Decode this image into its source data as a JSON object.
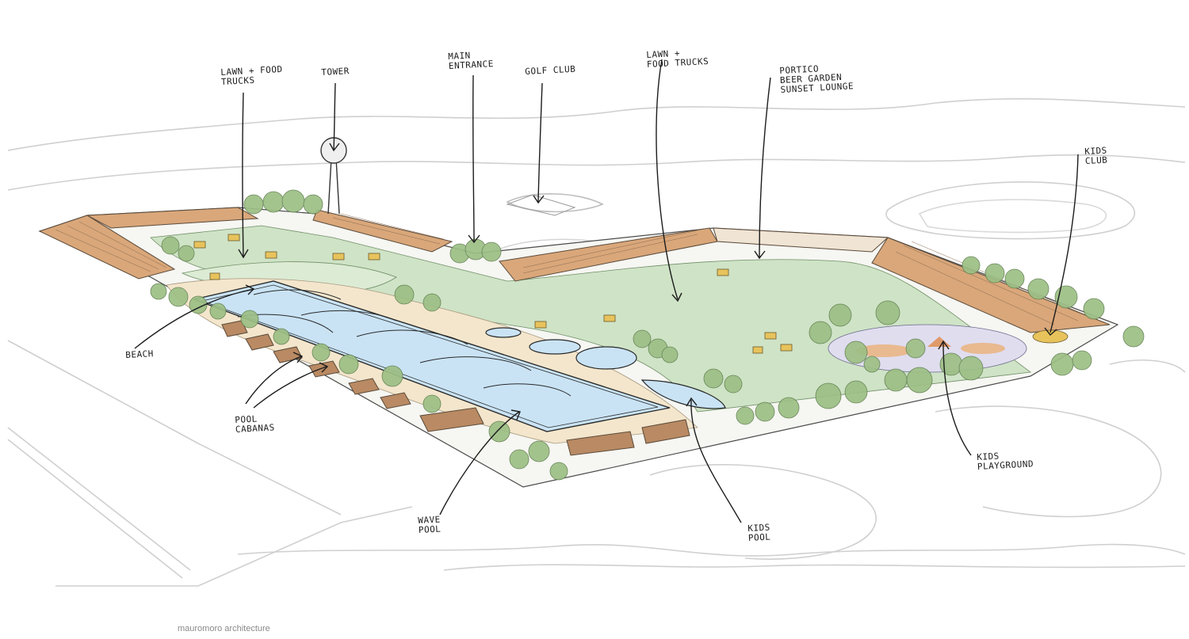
{
  "labels": {
    "lawn_food_trucks_left": "Lawn + Food\nTrucks",
    "tower": "Tower",
    "main_entrance": "Main\nEntrance",
    "golf_club": "Golf Club",
    "lawn_food_trucks_right": "Lawn +\nFood Trucks",
    "portico": "Portico\nBeer Garden\nSunset Lounge",
    "kids_club": "Kids\nClub",
    "beach": "Beach",
    "pool_cabanas": "Pool\nCabanas",
    "wave_pool": "Wave\nPool",
    "kids_pool": "Kids\nPool",
    "kids_playground": "Kids\nPlayground"
  },
  "credit": "mauromoro architecture",
  "colors": {
    "lawn": "#cfe3c6",
    "tree": "#9dbf85",
    "roof": "#d9a77a",
    "water": "#c9e3f5",
    "sand": "#f3e6cc",
    "truck": "#e8c35c",
    "play": "#e9b98f",
    "line": "#2a2a2a",
    "context": "#c9c9c9"
  }
}
